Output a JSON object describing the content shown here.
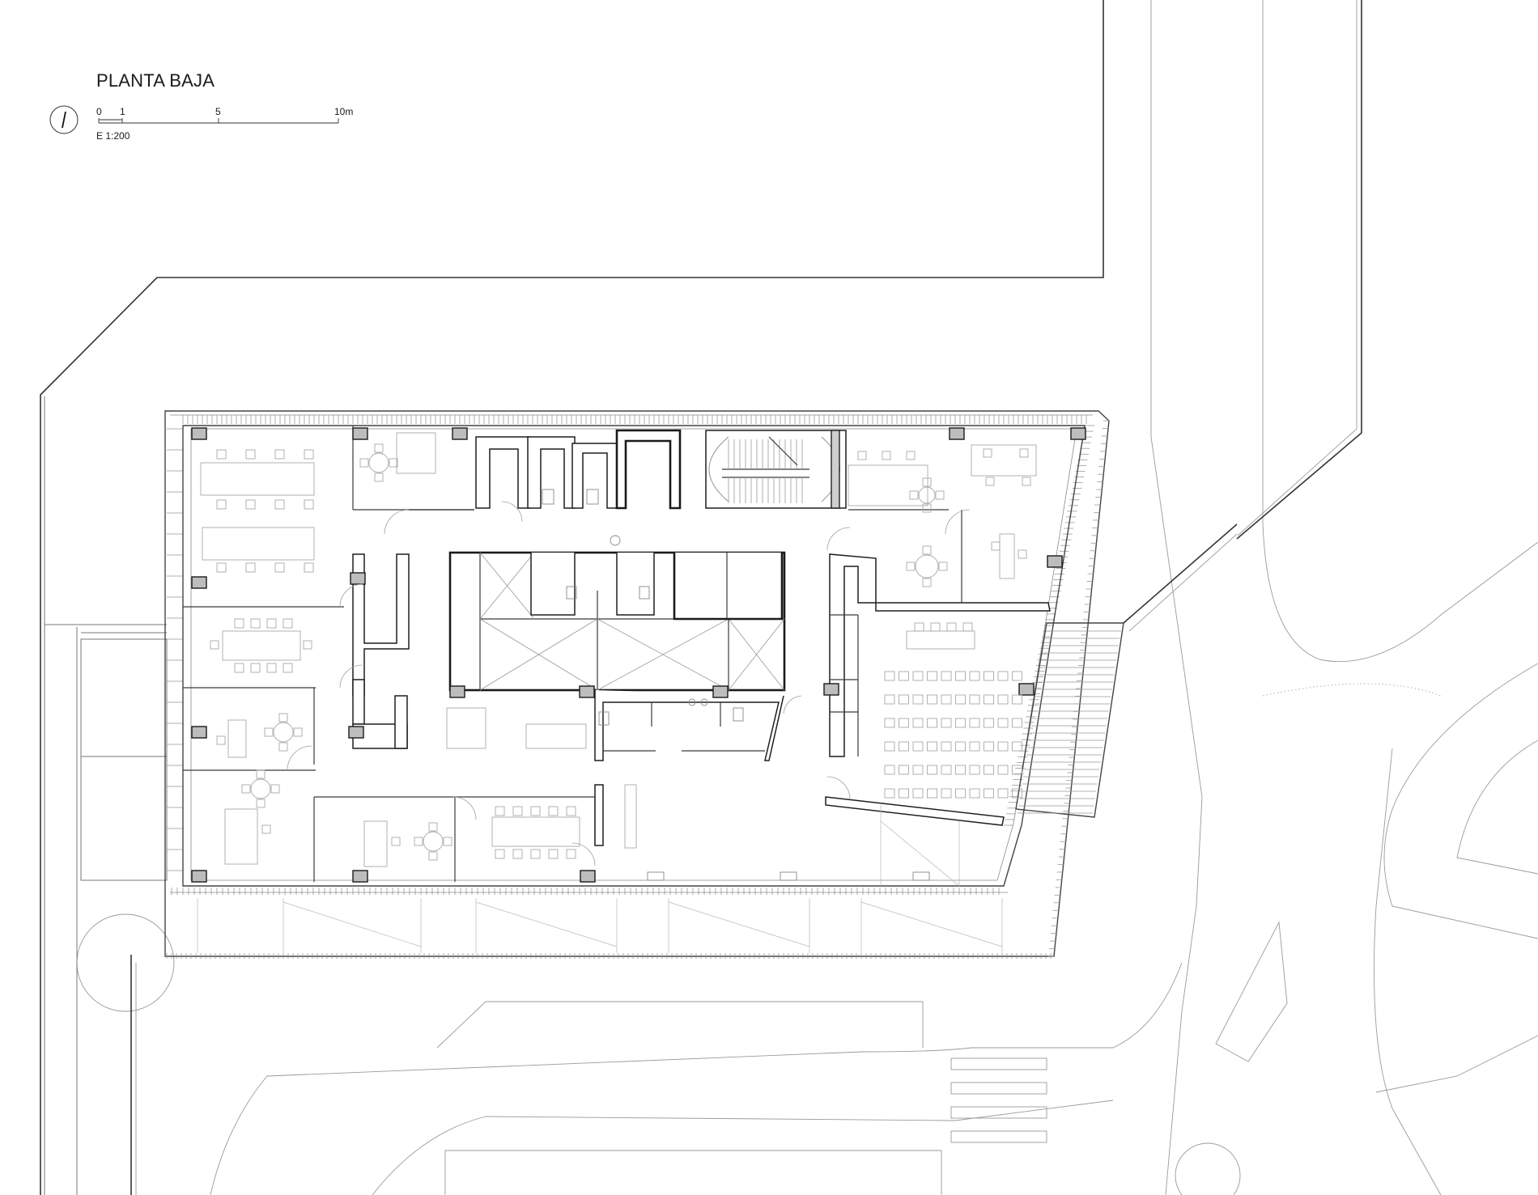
{
  "drawing": {
    "title": "PLANTA BAJA",
    "scale_label": "E 1:200",
    "scale_ticks": [
      "0",
      "1",
      "5",
      "10m"
    ]
  },
  "icons": {
    "north_arrow": "north-arrow-icon"
  },
  "colors": {
    "line": "#1f1f1f",
    "column_fill": "#bdbdbd",
    "furniture": "#a8a8a8",
    "background": "#ffffff"
  }
}
